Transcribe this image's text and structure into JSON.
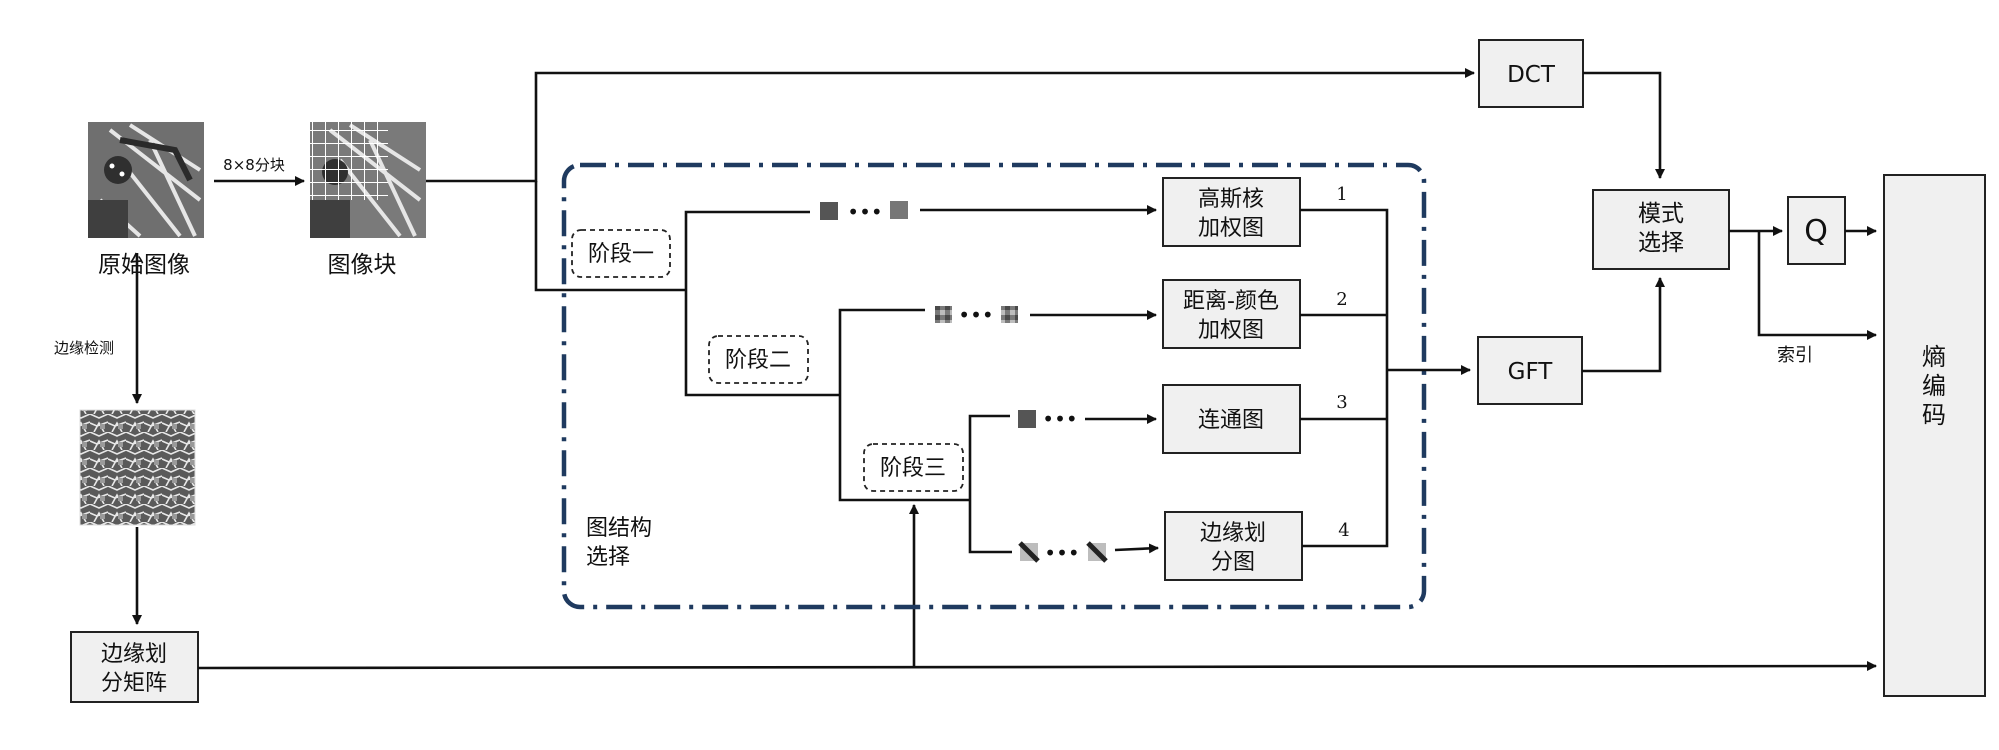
{
  "nodes": {
    "original_image": "原始图像",
    "block_split": "8×8分块",
    "image_block": "图像块",
    "edge_detect": "边缘检测",
    "edge_matrix_1": "边缘划",
    "edge_matrix_2": "分矩阵",
    "dct": "DCT",
    "gft": "GFT",
    "mode_select_1": "模式",
    "mode_select_2": "选择",
    "quant": "Q",
    "index": "索引",
    "entropy_1": "熵",
    "entropy_2": "编",
    "entropy_3": "码",
    "graph_select_1": "图结构",
    "graph_select_2": "选择",
    "stage1": "阶段一",
    "stage2": "阶段二",
    "stage3": "阶段三",
    "gaussian_1": "高斯核",
    "gaussian_2": "加权图",
    "distcolor_1": "距离-颜色",
    "distcolor_2": "加权图",
    "connected": "连通图",
    "edgepart_1": "边缘划",
    "edgepart_2": "分图",
    "branch_1": "1",
    "branch_2": "2",
    "branch_3": "3",
    "branch_4": "4",
    "dots": "•••"
  },
  "colors": {
    "dashdot_border": "#1f3a5f",
    "box_fill": "#f0f0f0",
    "line": "#111111"
  }
}
